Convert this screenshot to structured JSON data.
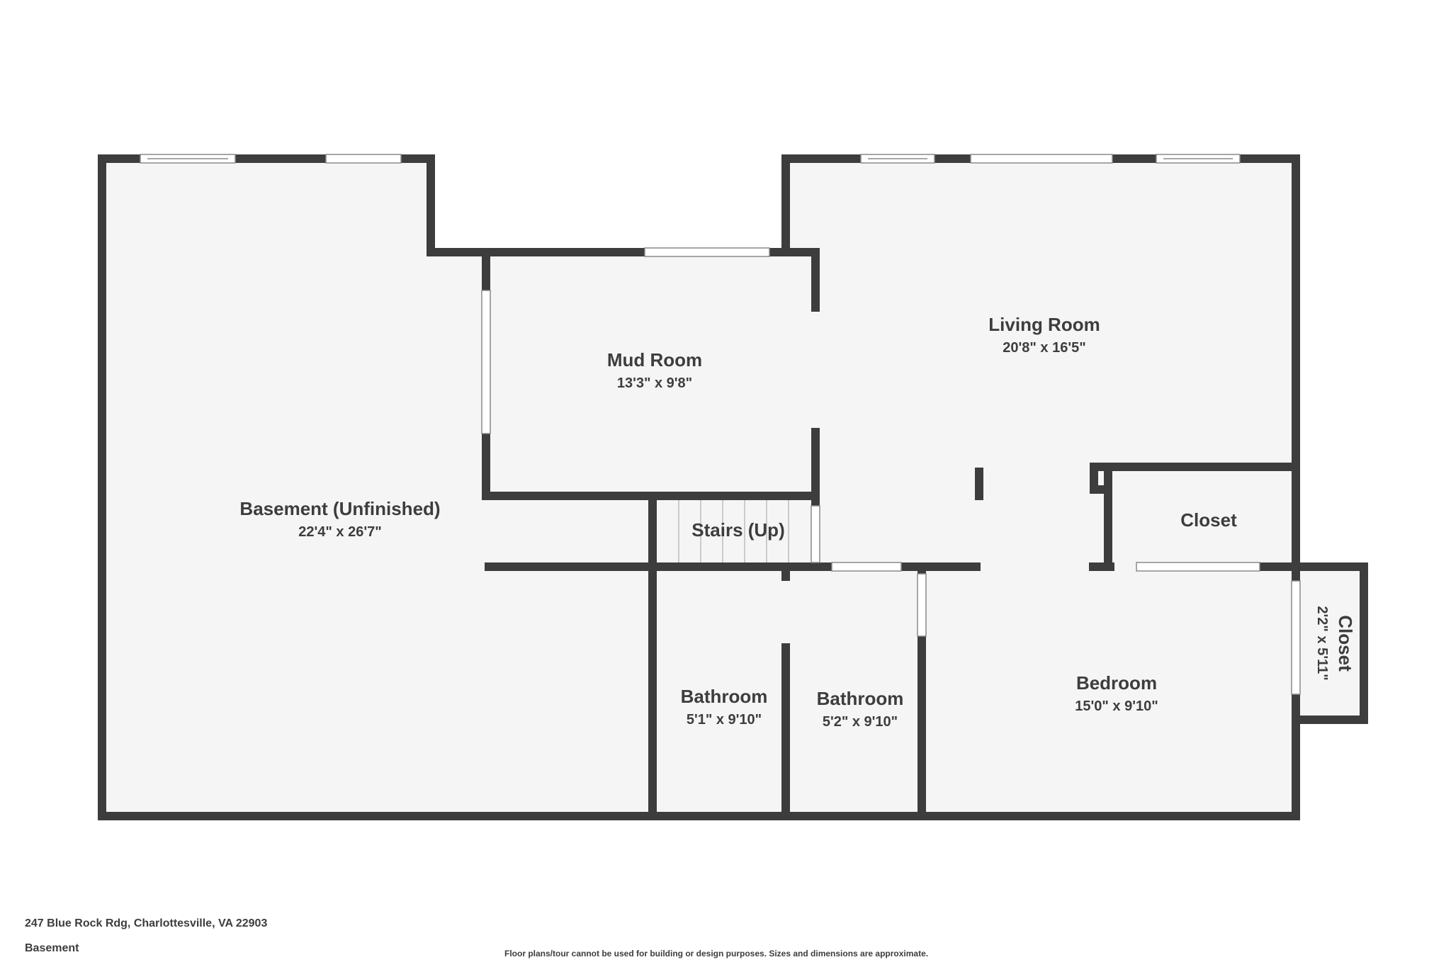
{
  "rooms": {
    "basement": {
      "name": "Basement (Unfinished)",
      "dims": "22'4\" x 26'7\""
    },
    "mud_room": {
      "name": "Mud Room",
      "dims": "13'3\" x 9'8\""
    },
    "living_room": {
      "name": "Living Room",
      "dims": "20'8\" x 16'5\""
    },
    "stairs": {
      "name": "Stairs (Up)"
    },
    "closet_upper": {
      "name": "Closet"
    },
    "closet_side": {
      "name": "Closet",
      "dims": "2'2\" x 5'11\""
    },
    "bathroom_1": {
      "name": "Bathroom",
      "dims": "5'1\" x 9'10\""
    },
    "bathroom_2": {
      "name": "Bathroom",
      "dims": "5'2\" x 9'10\""
    },
    "bedroom": {
      "name": "Bedroom",
      "dims": "15'0\" x 9'10\""
    }
  },
  "footer": {
    "address": "247 Blue Rock Rdg, Charlottesville, VA 22903",
    "level": "Basement",
    "disclaimer": "Floor plans/tour cannot be used for building or design purposes. Sizes and dimensions are approximate."
  },
  "colors": {
    "wall": "#3d3d3d",
    "floor": "#f5f5f5",
    "text": "#3d3d3d"
  }
}
